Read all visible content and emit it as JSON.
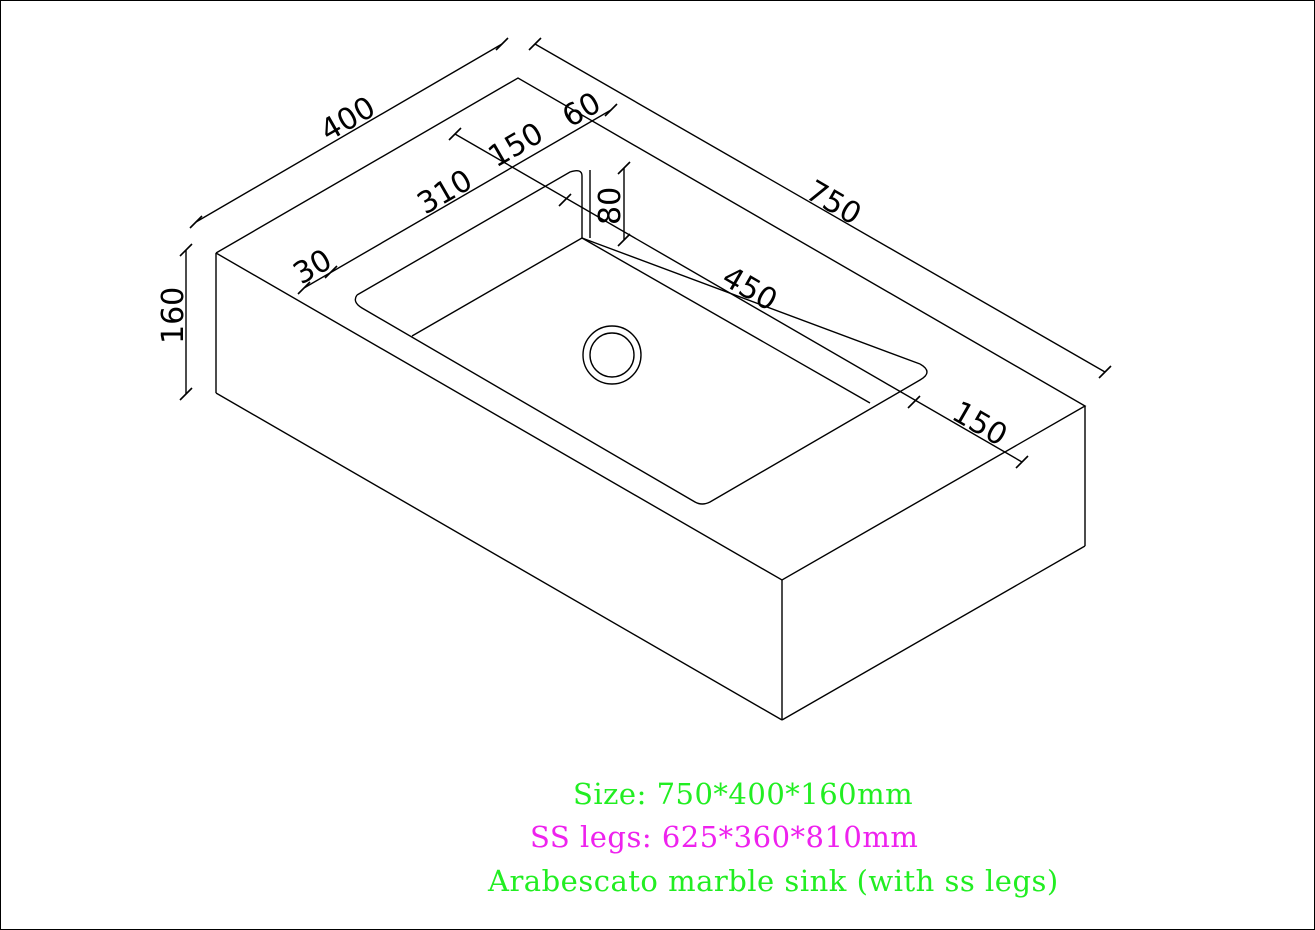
{
  "diagram": {
    "dimensions": {
      "depth": "400",
      "length": "750",
      "wall_back": "60",
      "rim_left": "150",
      "basin_depth": "310",
      "basin_height": "80",
      "front_rim": "30",
      "basin_length": "450",
      "rim_right": "150",
      "height": "160"
    }
  },
  "captions": {
    "size": "Size: 750*400*160mm",
    "legs": "SS legs: 625*360*810mm",
    "title": "Arabescato marble sink (with ss legs)"
  },
  "colors": {
    "size": "#22ee22",
    "legs": "#ee22ee",
    "title": "#22ee22"
  }
}
